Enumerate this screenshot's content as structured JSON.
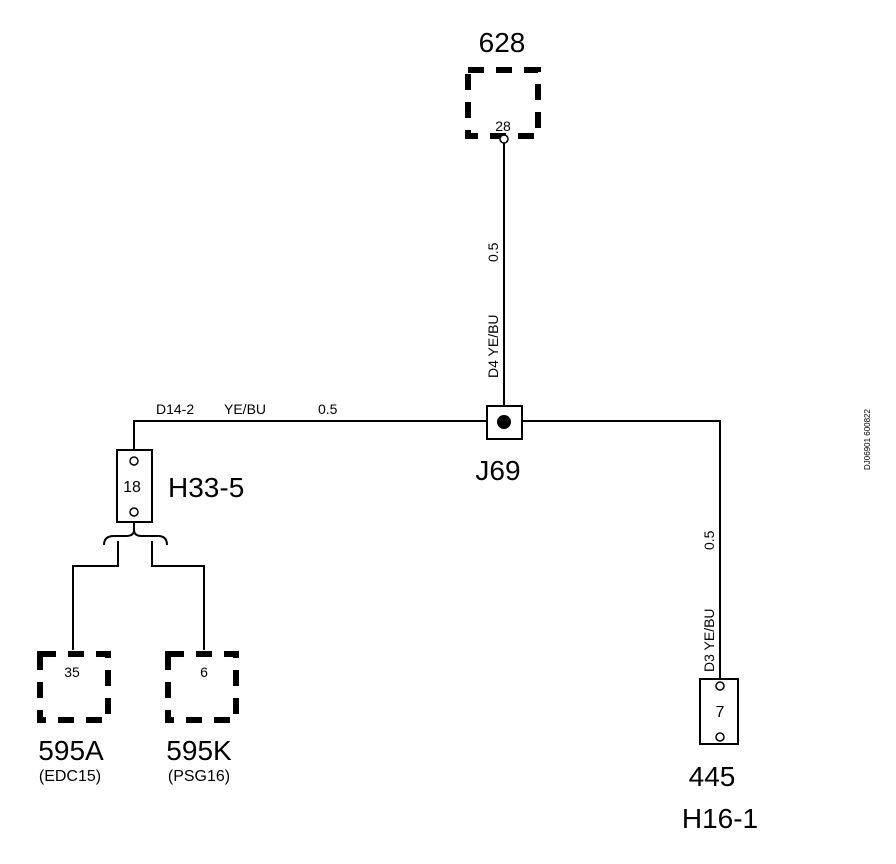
{
  "components": {
    "c628": {
      "label": "628",
      "pin": "28"
    },
    "h33_5": {
      "label": "H33-5",
      "pin": "18"
    },
    "j69": {
      "label": "J69"
    },
    "c595a": {
      "label": "595A",
      "sub": "(EDC15)",
      "pin": "35"
    },
    "c595k": {
      "label": "595K",
      "sub": "(PSG16)",
      "pin": "6"
    },
    "c445": {
      "label": "445",
      "sub": "H16-1",
      "pin": "7"
    }
  },
  "wires": {
    "top_vertical": {
      "size": "0.5",
      "code": "D4 YE/BU"
    },
    "horizontal": {
      "code": "D14-2",
      "color": "YE/BU",
      "size": "0.5"
    },
    "right_vertical": {
      "size": "0.5",
      "code": "D3 YE/BU"
    }
  },
  "doc_id": "DJ06901 600822"
}
